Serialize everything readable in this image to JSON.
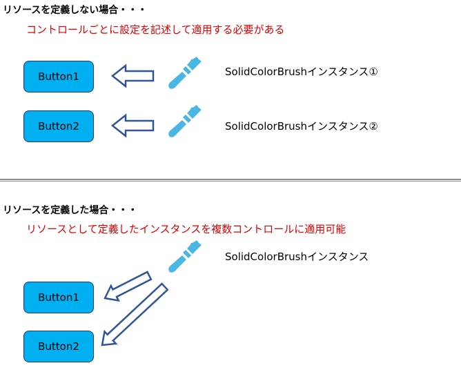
{
  "top": {
    "heading": "リソースを定義しない場合・・・",
    "note": "コントロールごとに設定を記述して適用する必要がある",
    "buttons": [
      "Button1",
      "Button2"
    ],
    "brush_labels": [
      "SolidColorBrushインスタンス①",
      "SolidColorBrushインスタンス②"
    ]
  },
  "bottom": {
    "heading": "リソースを定義した場合・・・",
    "note": "リソースとして定義したインスタンスを複数コントロールに適用可能",
    "buttons": [
      "Button1",
      "Button2"
    ],
    "brush_label": "SolidColorBrushインスタンス"
  },
  "colors": {
    "button_fill": "#00b0f0",
    "button_border": "#1f3864",
    "note_text": "#e00000",
    "brush_icon": "#4ab6e3",
    "arrow_stroke": "#2f5597"
  },
  "icons": {
    "brush": "paint-brush-icon",
    "arrow": "left-arrow-icon"
  }
}
